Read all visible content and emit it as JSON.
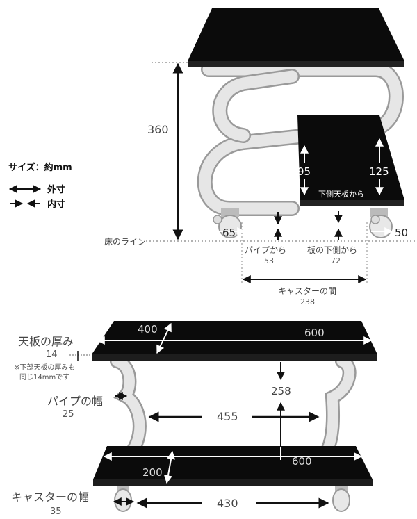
{
  "legend": {
    "size_label": "サイズ：約mm",
    "outer_label": "外寸",
    "inner_label": "内寸"
  },
  "side_view": {
    "height": "360",
    "floor_line": "床のライン",
    "lower_shelf_label": "下側天板から",
    "left_clearance": "95",
    "right_clearance": "125",
    "caster_left": "65",
    "caster_right": "50",
    "from_pipe_label": "パイプから",
    "from_pipe_value": "53",
    "from_board_label": "板の下側から",
    "from_board_value": "72",
    "caster_gap_label": "キャスターの間",
    "caster_gap_value": "238"
  },
  "front_view": {
    "top_depth": "400",
    "top_width": "600",
    "thickness_label": "天板の厚み",
    "thickness_value": "14",
    "thickness_note_1": "※下部天板の厚みも",
    "thickness_note_2": "同じ14mmです",
    "shelf_gap": "258",
    "pipe_width_label": "パイプの幅",
    "pipe_width_value": "25",
    "inner_width": "455",
    "bottom_width": "600",
    "bottom_depth": "200",
    "caster_width_label": "キャスターの幅",
    "caster_width_value": "35",
    "caster_span": "430"
  },
  "colors": {
    "board": "#0b0b0b",
    "pipe": "#e4e4e4",
    "pipe_edge": "#9a9a9a",
    "text": "#333333",
    "arrow": "#111111"
  }
}
